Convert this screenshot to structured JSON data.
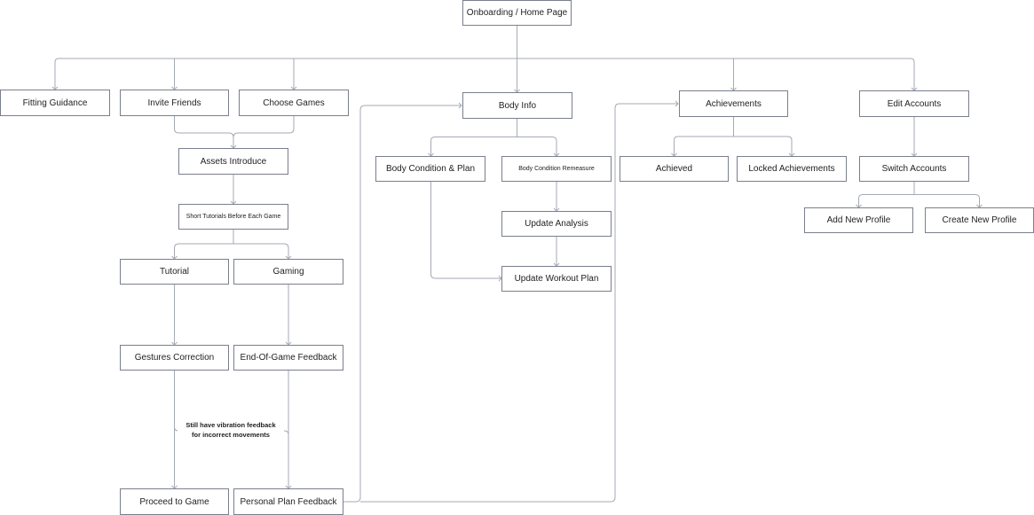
{
  "nodes": {
    "root": "Onboarding / Home Page",
    "fitting": "Fitting Guidance",
    "invite": "Invite Friends",
    "choose": "Choose Games",
    "assets": "Assets Introduce",
    "short": "Short Tutorials Before Each Game",
    "tutorial": "Tutorial",
    "gaming": "Gaming",
    "gestures": "Gestures Correction",
    "endgame": "End-Of-Game Feedback",
    "proceed": "Proceed to Game",
    "personal": "Personal Plan Feedback",
    "bodyinfo": "Body Info",
    "bodycond": "Body Condition & Plan",
    "remeasure": "Body Condition Remeasure",
    "updanalysis": "Update Analysis",
    "updworkout": "Update Workout Plan",
    "achievements": "Achievements",
    "achieved": "Achieved",
    "locked": "Locked Achievements",
    "edit": "Edit Accounts",
    "switch": "Switch Accounts",
    "addprofile": "Add New Profile",
    "createprofile": "Create New Profile"
  },
  "note": {
    "line1": "Still have vibration feedback",
    "line2": "for incorrect movements"
  },
  "colors": {
    "border": "#7a7f8c",
    "connector": "#a6aab5",
    "text": "#222222"
  }
}
